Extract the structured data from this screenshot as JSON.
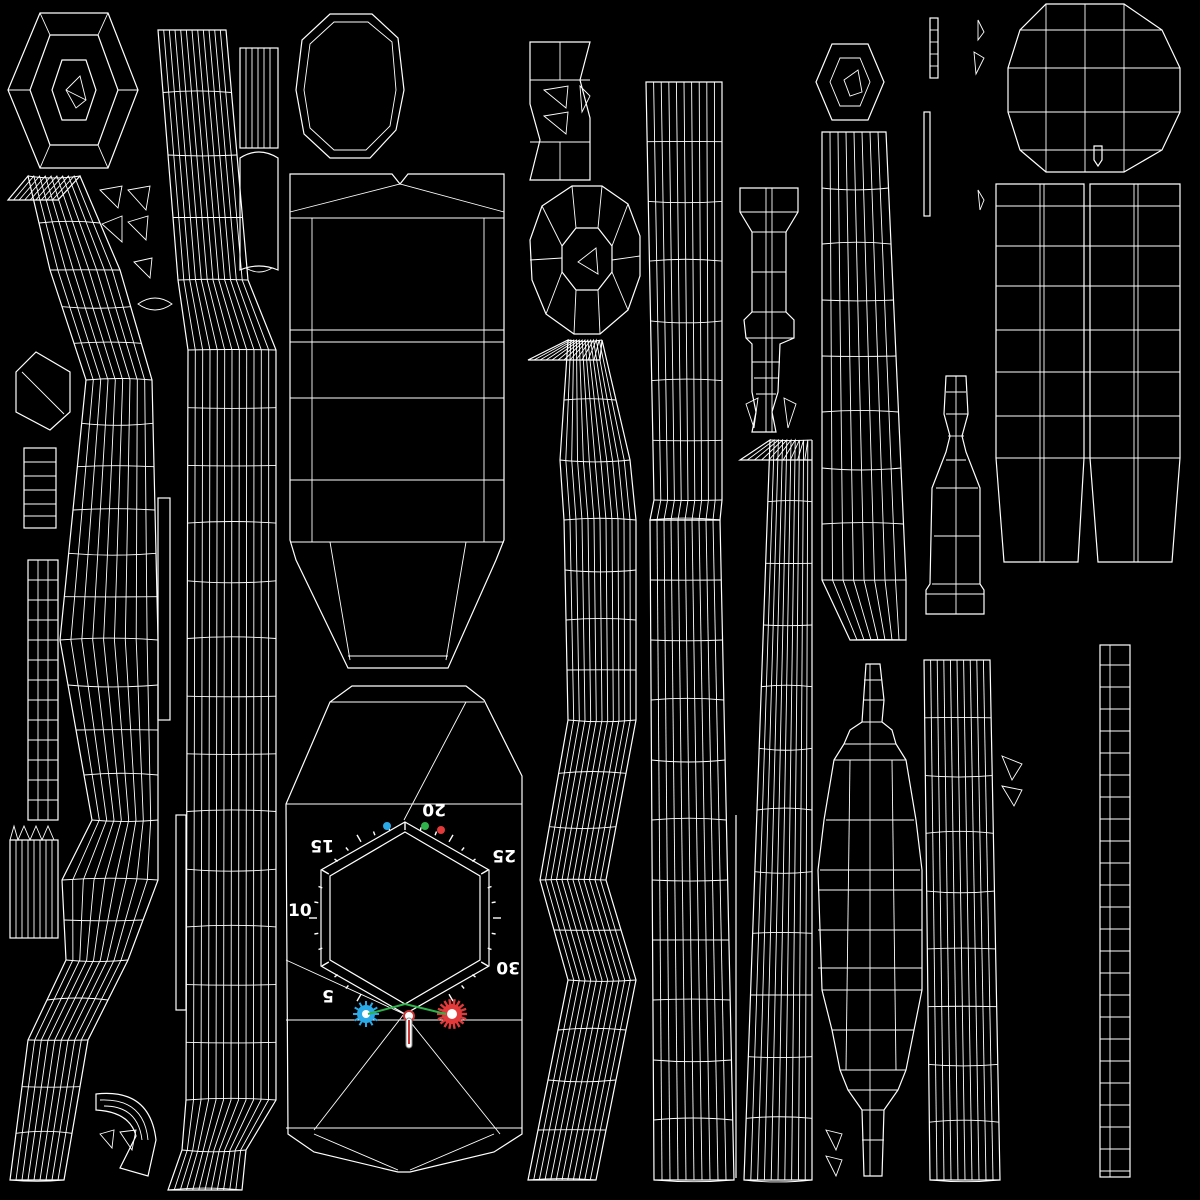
{
  "dial": {
    "labels": [
      "5",
      "10",
      "15",
      "20",
      "25",
      "30"
    ],
    "cold_color": "#2aa9e8",
    "hot_color": "#e23a3a",
    "marker_colors": [
      "#2aa9e8",
      "#2db34a",
      "#e23a3a"
    ],
    "cold_icon": "snowflake-icon",
    "hot_icon": "sun-icon",
    "thermometer_icon": "thermometer-icon"
  }
}
